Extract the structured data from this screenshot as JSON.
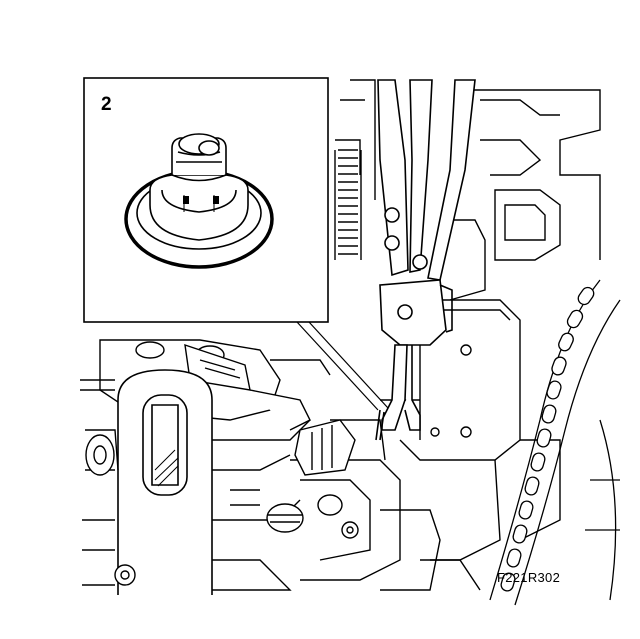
{
  "diagram": {
    "step_number": "2",
    "figure_code": "F221R302",
    "parts": [
      "valve-stem-seal",
      "seal-installer-pliers",
      "timing-chain",
      "valve-spring",
      "cylinder-head",
      "lifting-eye"
    ],
    "colors": {
      "line": "#000000",
      "background": "#ffffff",
      "shade": "#d8d8d8"
    }
  }
}
